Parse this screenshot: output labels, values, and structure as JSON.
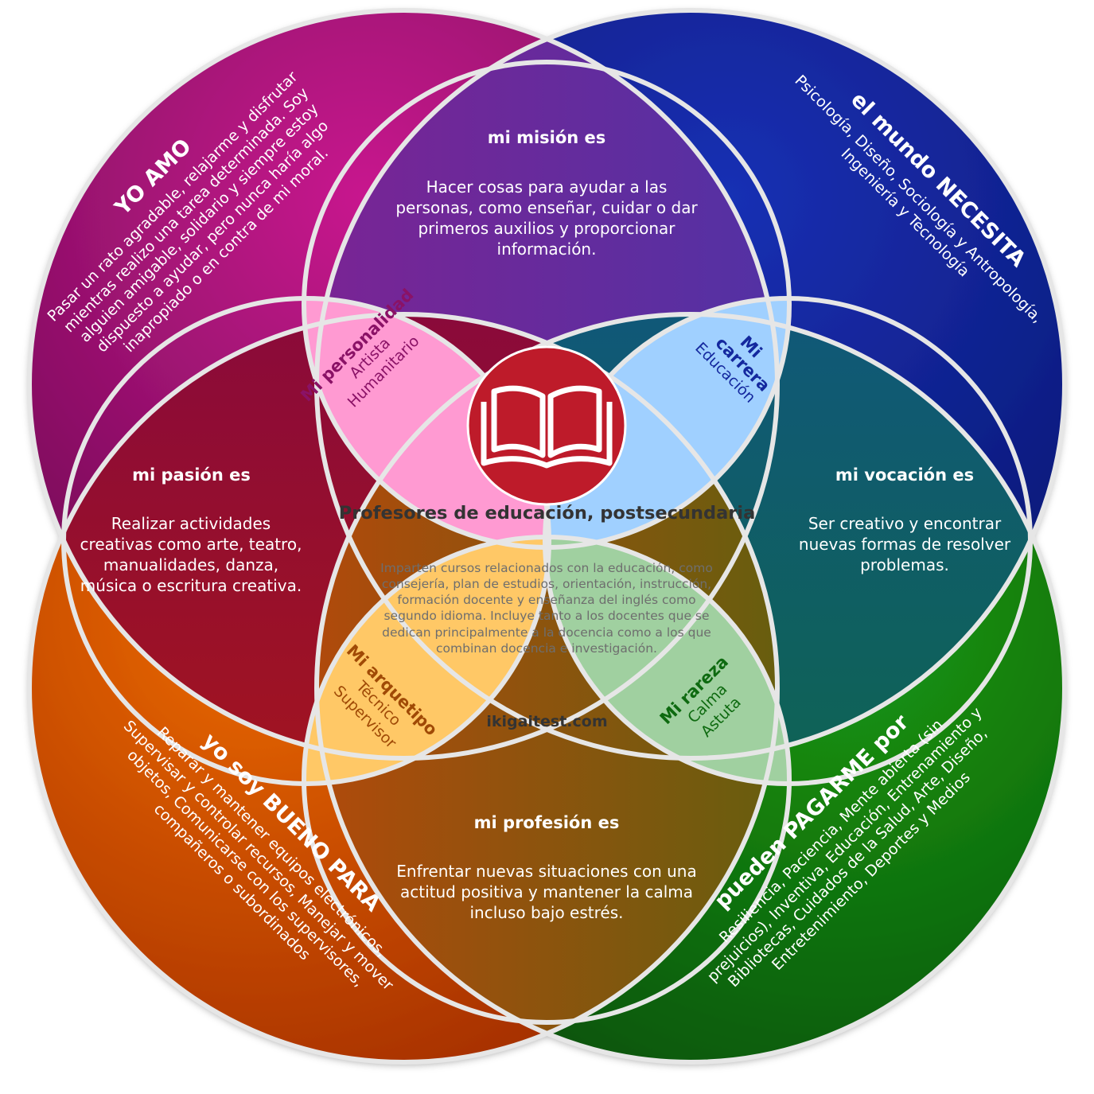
{
  "colors": {
    "love": "#b0127e",
    "world_needs": "#14289e",
    "good_at": "#d85a08",
    "paid_for": "#0e7a10",
    "mission": "#5a2fa4",
    "passion": "#9e0c20",
    "vocation": "#10566a",
    "profession": "#8c6010",
    "personality": "#ff9ad2",
    "career": "#a0d0ff",
    "archetype": "#ffc866",
    "rarity": "#a0d0a0",
    "book_circle": "#be1b2a"
  },
  "center": {
    "icon": "open-book-icon",
    "title": "Profesores de educación, postsecundaria",
    "description": "Imparten cursos relacionados con la educación, como consejería, plan de estudios, orientación, instrucción, formación docente y enseñanza del inglés como segundo idioma. Incluye tanto a los docentes que se dedican principalmente a la docencia como a los que combinan docencia e investigación.",
    "website": "ikigaitest.com"
  },
  "outer": {
    "love": {
      "heading": "YO AMO",
      "text": "Pasar un rato agradable, relajarme y disfrutar mientras realizo una tarea determinada. Soy alguien amigable, solidario y siempre estoy dispuesto a ayudar, pero nunca haría algo inapropiado o en contra de mi moral."
    },
    "world_needs": {
      "heading": "el mundo NECESITA",
      "text": "Psicología, Diseño, Sociología y Antropología, Ingeniería y Tecnología"
    },
    "good_at": {
      "heading": "yo soy BUENO PARA",
      "text": "Reparar y mantener equipos electrónicos, Supervisar y controlar recursos, Manejar y mover objetos, Comunicarse con los supervisores, compañeros o subordinados"
    },
    "paid_for": {
      "heading": "pueden PAGARME por",
      "text": "Resiliencia, Paciencia, Mente abierta (sin prejuicios), Inventiva, Educación, Entrenamiento y Bibliotecas, Cuidados de la Salud, Arte, Diseño, Entretenimiento, Deportes y Medios"
    }
  },
  "overlaps": {
    "mission": {
      "heading": "mi misión es",
      "text": "Hacer cosas para ayudar a las personas, como enseñar, cuidar o dar primeros auxilios y proporcionar información."
    },
    "passion": {
      "heading": "mi pasión es",
      "text": "Realizar actividades creativas como arte, teatro, manualidades, danza, música o escritura creativa."
    },
    "vocation": {
      "heading": "mi vocación es",
      "text": "Ser creativo y encontrar nuevas formas de resolver problemas."
    },
    "profession": {
      "heading": "mi profesión es",
      "text": "Enfrentar nuevas situaciones con una actitud positiva y mantener la calma incluso bajo estrés."
    }
  },
  "petals": {
    "personality": {
      "heading": "Mi personalidad",
      "line1": "Artista",
      "line2": "Humanitario"
    },
    "career": {
      "heading": "Mi carrera",
      "line1": "Educación"
    },
    "archetype": {
      "heading": "Mi arquetipo",
      "line1": "Técnico",
      "line2": "Supervisor"
    },
    "rarity": {
      "heading": "Mi rareza",
      "line1": "Calma",
      "line2": "Astuta"
    }
  }
}
